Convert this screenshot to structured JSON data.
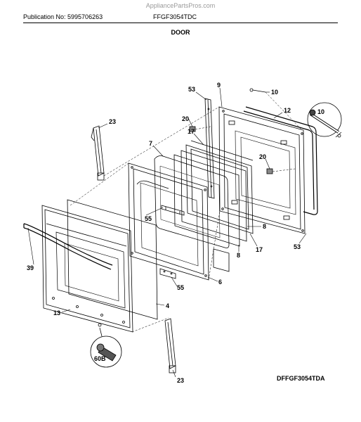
{
  "header": {
    "watermark": "AppliancePartsPros.com",
    "publication": "Publication No: 5995706263",
    "model": "FFGF3054TDC",
    "section": "DOOR"
  },
  "footer": {
    "figure_code": "DFFGF3054TDA"
  },
  "labels": {
    "l53a": "53",
    "l9": "9",
    "l10a": "10",
    "l12": "12",
    "l10b": "10",
    "l20a": "20",
    "l23a": "23",
    "l17a": "17",
    "l7": "7",
    "l20b": "20",
    "l55a": "55",
    "l8a": "8",
    "l8b": "8",
    "l17b": "17",
    "l53b": "53",
    "l39": "39",
    "l6": "6",
    "l55b": "55",
    "l13": "13",
    "l4": "4",
    "l60b": "60B",
    "l23b": "23"
  }
}
